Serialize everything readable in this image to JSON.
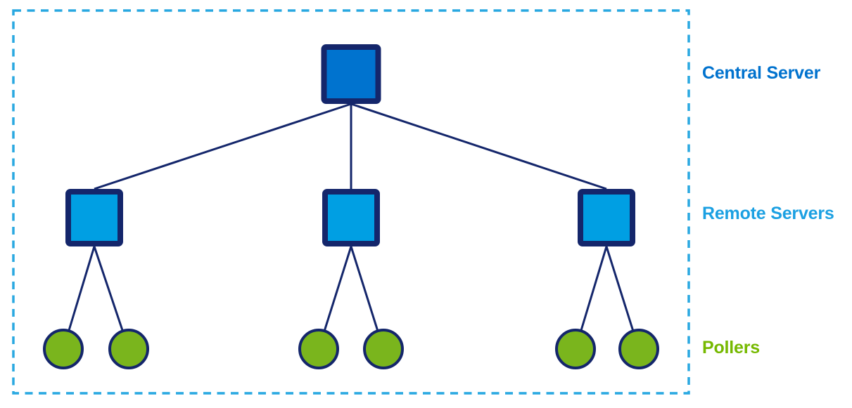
{
  "labels": {
    "central": {
      "text": "Central Server",
      "color": "#0072CE"
    },
    "remote": {
      "text": "Remote Servers",
      "color": "#1BA0E2"
    },
    "pollers": {
      "text": "Pollers",
      "color": "#76B900"
    }
  },
  "colors": {
    "background": "#FFFFFF",
    "boundary_dash": "#29A8E1",
    "connector": "#14266B",
    "central_fill": "#0073CF",
    "central_stroke": "#14266B",
    "remote_fill": "#009FE3",
    "remote_stroke": "#14266B",
    "poller_fill": "#7AB51D",
    "poller_stroke": "#14266B"
  },
  "topology": {
    "central_server_count": 1,
    "remote_server_count": 3,
    "pollers_per_remote_server": 2,
    "poller_count": 6
  }
}
